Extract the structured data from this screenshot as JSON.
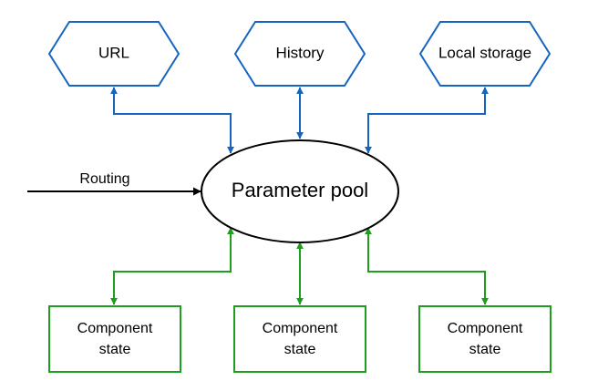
{
  "colors": {
    "source": "#1565C0",
    "state": "#1E9E1E",
    "routing": "#000000"
  },
  "center": {
    "label": "Parameter pool"
  },
  "sources": [
    {
      "label": "URL",
      "icon": "hexagon-shape"
    },
    {
      "label": "History",
      "icon": "hexagon-shape"
    },
    {
      "label": "Local storage",
      "icon": "hexagon-shape"
    }
  ],
  "states": [
    {
      "line1": "Component",
      "line2": "state"
    },
    {
      "line1": "Component",
      "line2": "state"
    },
    {
      "line1": "Component",
      "line2": "state"
    }
  ],
  "routing": {
    "label": "Routing"
  }
}
